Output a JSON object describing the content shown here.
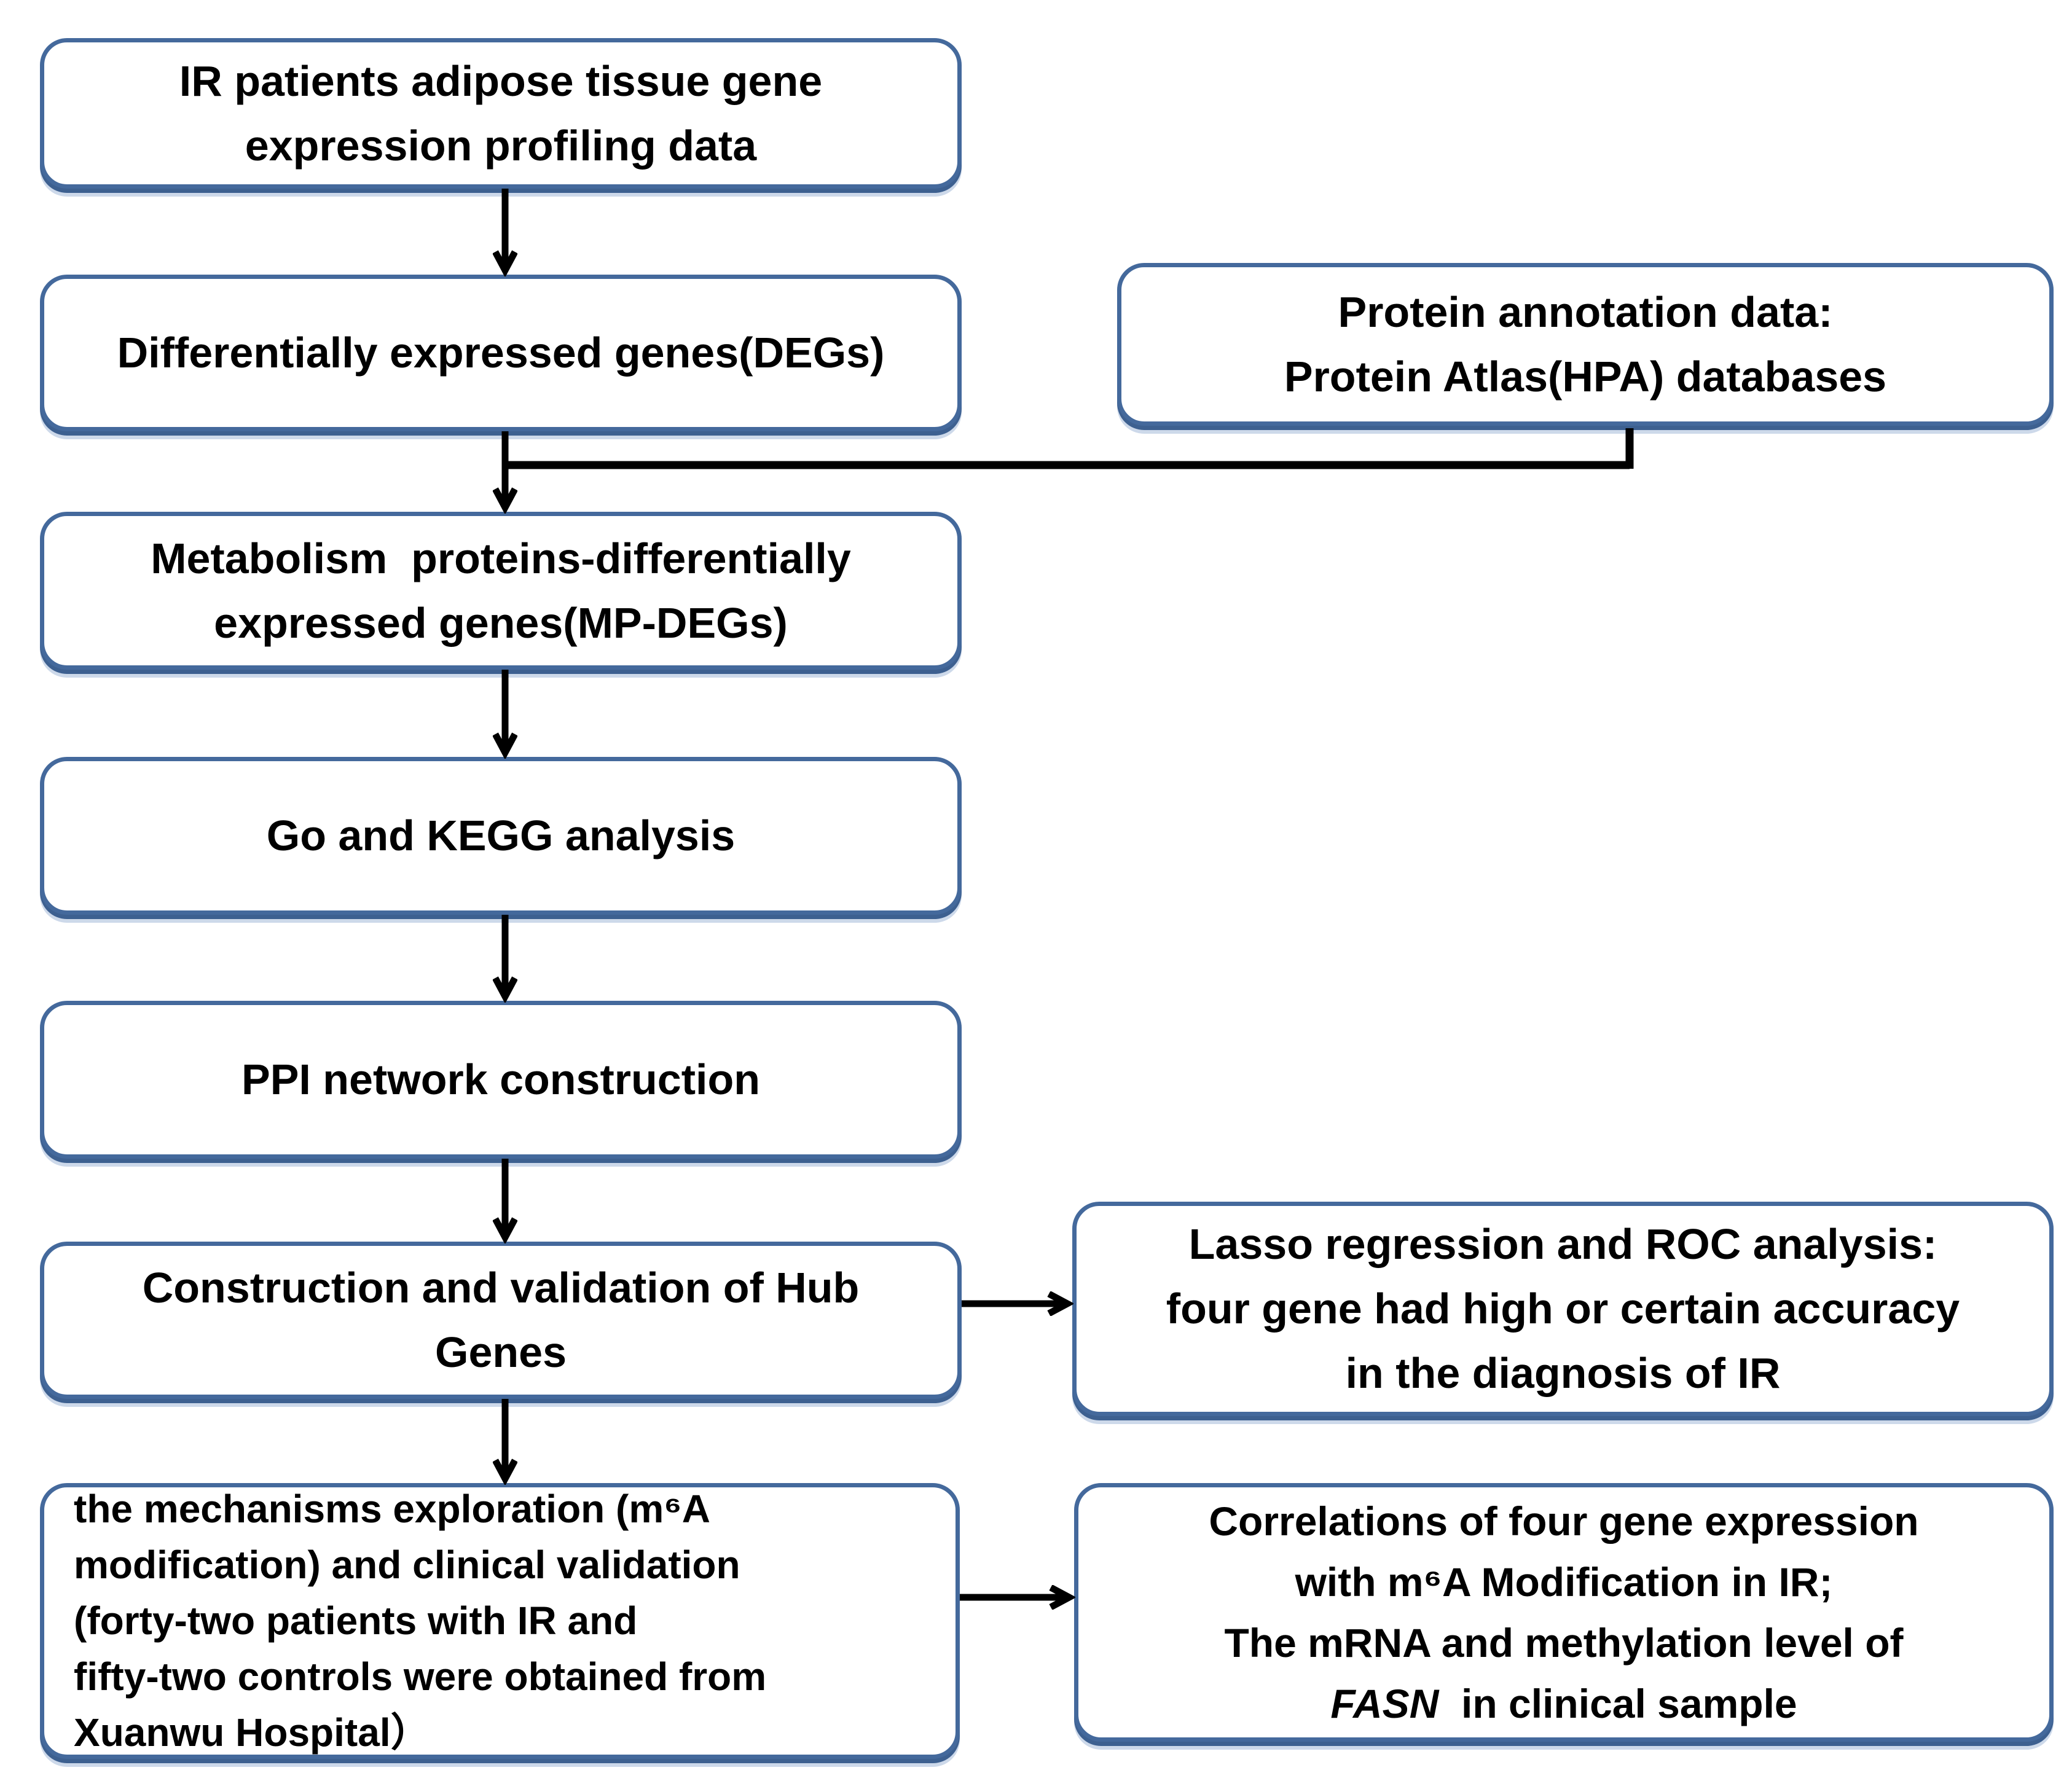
{
  "colors": {
    "box_border": "#44699c",
    "box_fill": "#ffffff",
    "box_shadow_dark": "#3d6090",
    "box_shadow_light": "#cdd9ea",
    "arrow": "#000000",
    "text": "#000000",
    "background": "#ffffff"
  },
  "flowchart": {
    "boxes": {
      "profiling": {
        "text": "IR patients adipose tissue gene\nexpression profiling data"
      },
      "degs": {
        "text": "Differentially expressed genes(DEGs)"
      },
      "protein_annotation": {
        "text": "Protein annotation data:\nProtein Atlas(HPA) databases"
      },
      "mp_degs": {
        "text": "Metabolism  proteins-differentially\nexpressed genes(MP-DEGs)"
      },
      "go_kegg": {
        "text": "Go and KEGG analysis"
      },
      "ppi": {
        "text": "PPI network construction"
      },
      "hub_genes": {
        "text": "Construction and validation of Hub\nGenes"
      },
      "lasso_roc": {
        "text": "Lasso regression and ROC analysis:\nfour gene had high or certain accuracy\nin the diagnosis of IR"
      },
      "mechanisms": {
        "text": "the mechanisms exploration (m⁶A\nmodification) and clinical validation\n(forty-two patients with IR and\nfifty-two controls were obtained from\nXuanwu Hospital）"
      },
      "correlations": {
        "text_top": "Correlations of four gene expression\nwith m⁶A Modification in IR;\nThe mRNA and methylation level of\n",
        "gene_italic": "FASN",
        "text_tail": "  in clinical sample"
      }
    }
  }
}
